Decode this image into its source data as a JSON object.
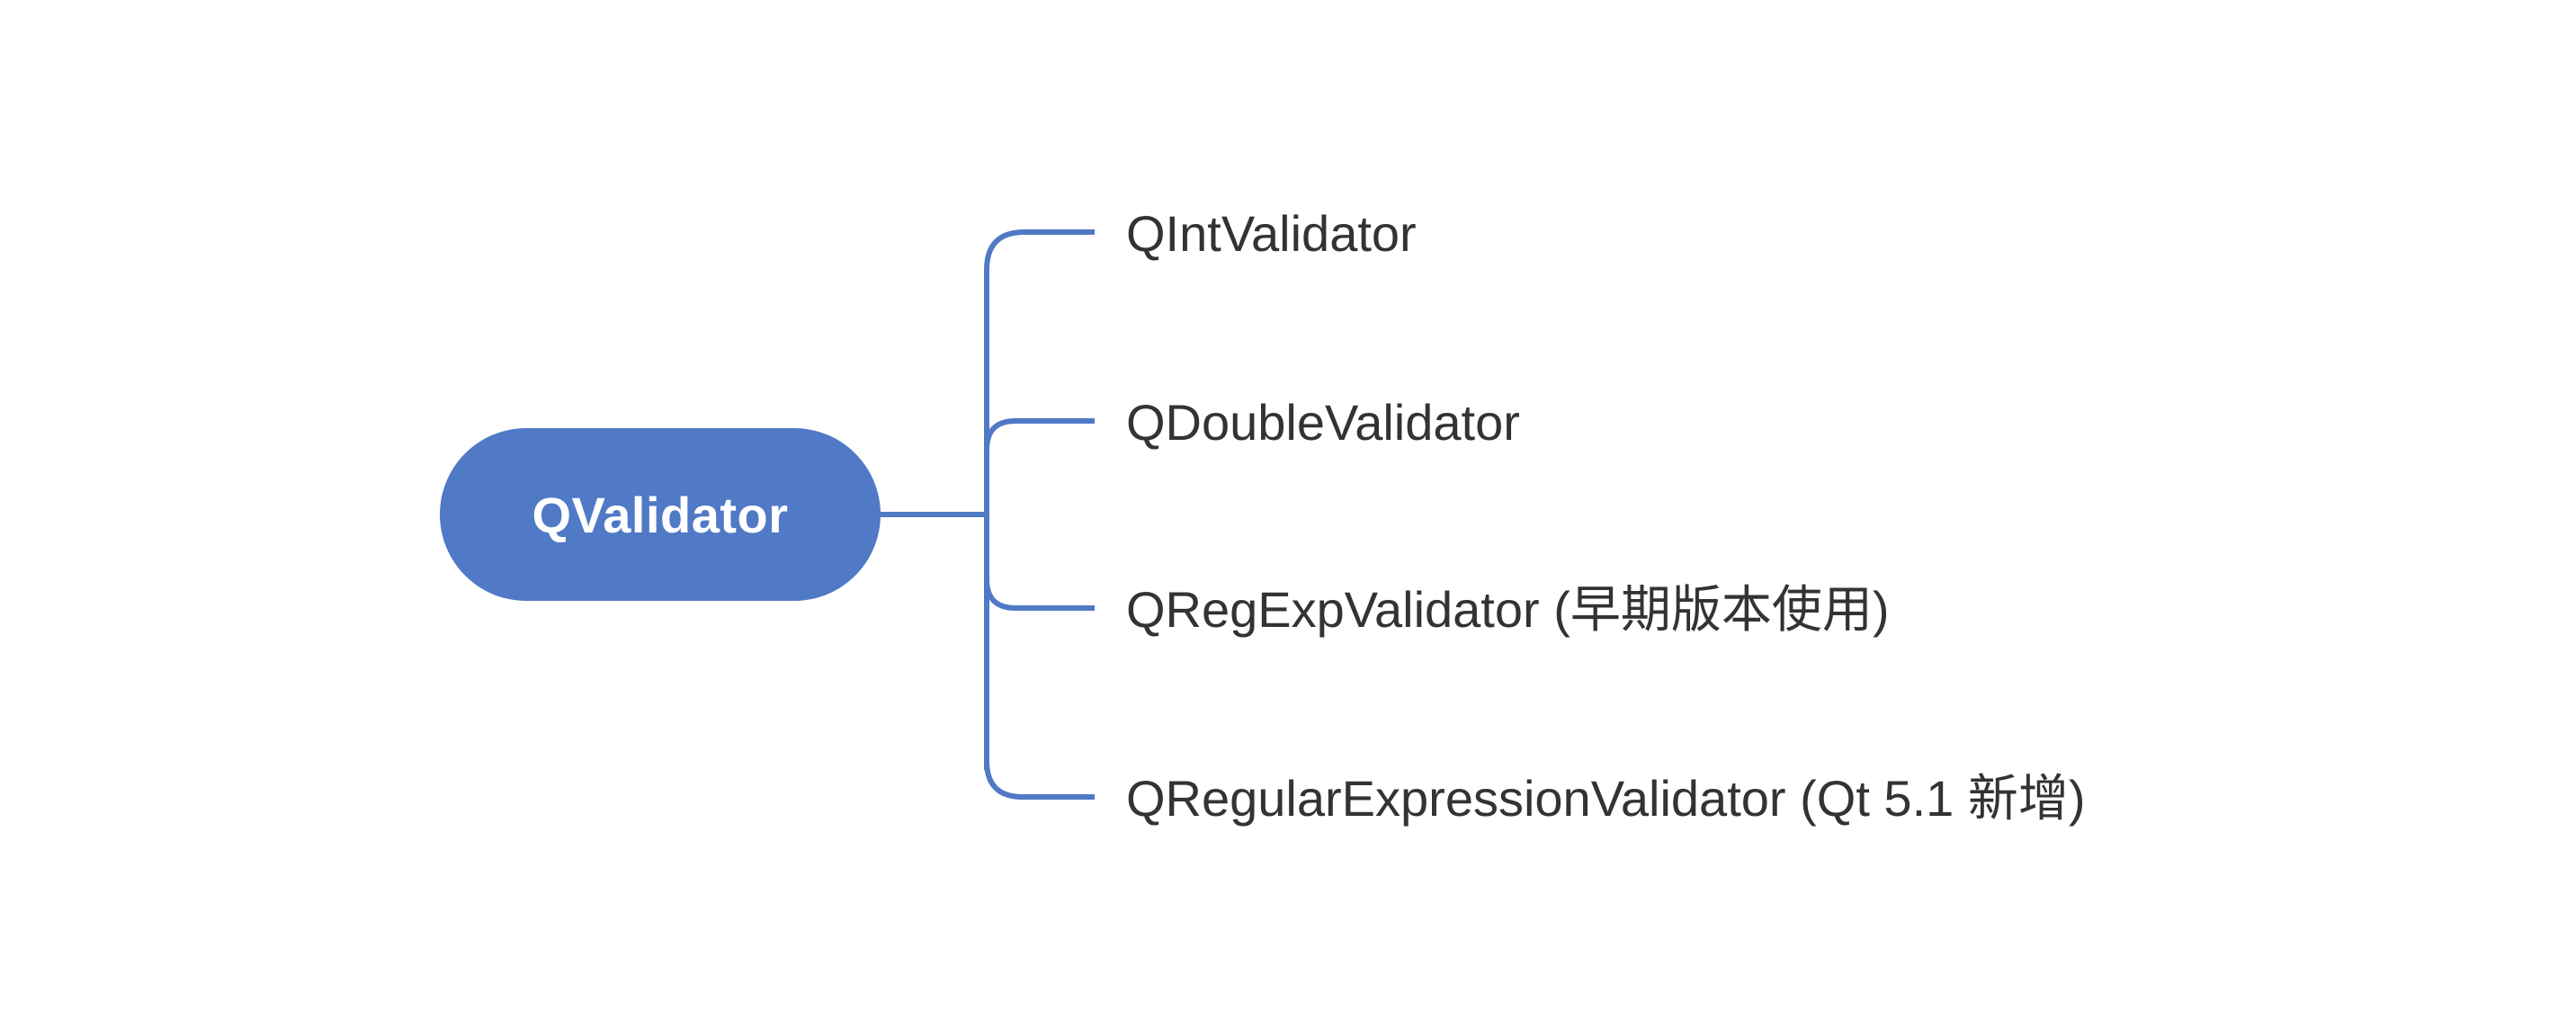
{
  "colors": {
    "accent": "#5079c6",
    "text": "#333333",
    "root_text": "#ffffff",
    "background": "#ffffff"
  },
  "root": {
    "label": "QValidator"
  },
  "children": [
    {
      "label": "QIntValidator"
    },
    {
      "label": "QDoubleValidator"
    },
    {
      "label": "QRegExpValidator (早期版本使用)"
    },
    {
      "label": "QRegularExpressionValidator (Qt 5.1 新增)"
    }
  ]
}
